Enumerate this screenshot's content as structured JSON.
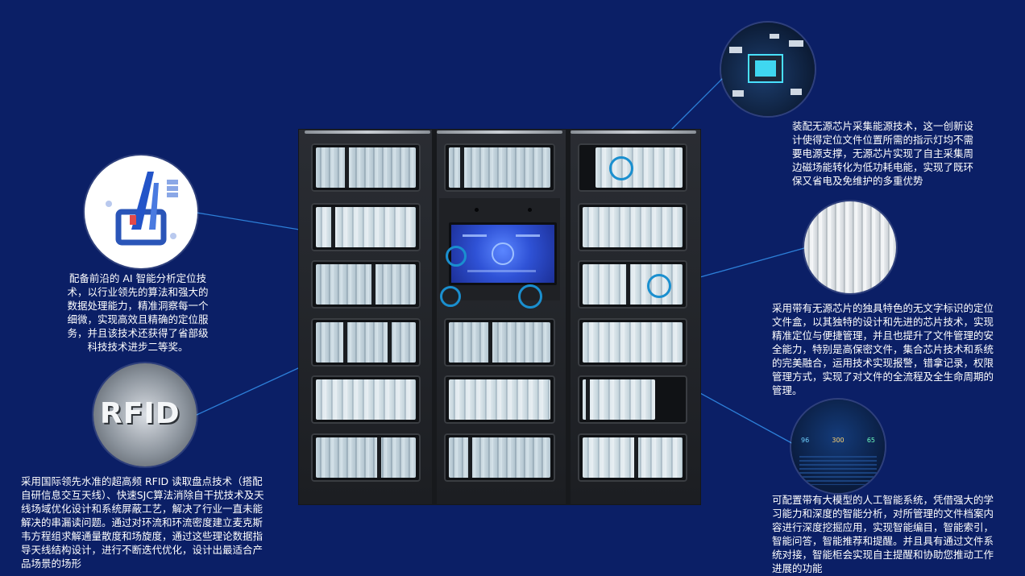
{
  "colors": {
    "background": "#0b1f66",
    "marker": "#1a8fcf",
    "connector": "#2d7fd8",
    "text": "#ffffff"
  },
  "cabinet": {
    "screen_icon": "fingerprint-icon"
  },
  "images": {
    "ai_icon": "ai-platform-illustration",
    "rfid_label": "RFID",
    "chip_icon": "chip-illustration",
    "box_icon": "file-box-illustration",
    "dashboard_icon": "dashboard-illustration"
  },
  "texts": {
    "ai": "配备前沿的 AI 智能分析定位技术，以行业领先的算法和强大的数据处理能力，精准洞察每一个细微，实现高效且精确的定位服务，并且该技术还获得了省部级科技技术进步二等奖。",
    "rfid": "采用国际领先水准的超高频 RFID 读取盘点技术（搭配自研信息交互天线）、快速SJC算法消除自干扰技术及天线场域优化设计和系统屏蔽工艺，解决了行业一直未能解决的串漏读问题。通过对环流和环流密度建立麦克斯韦方程组求解通量散度和场旋度，通过这些理论数据指导天线结构设计，进行不断迭代优化，设计出最适合产品场景的场形",
    "chip": "装配无源芯片采集能源技术，这一创新设计使得定位文件位置所需的指示灯均不需要电源支撑，无源芯片实现了自主采集周边磁场能转化为低功耗电能，实现了既环保又省电及免维护的多重优势",
    "box": "采用带有无源芯片的独具特色的无文字标识的定位文件盒，以其独特的设计和先进的芯片技术，实现精准定位与便捷管理，并且也提升了文件管理的安全能力，特别是高保密文件，集合芯片技术和系统的完美融合，运用技术实现报警，错拿记录，权限管理方式，实现了对文件的全流程及全生命周期的管理。",
    "llm": "可配置带有大模型的人工智能系统，凭借强大的学习能力和深度的智能分析，对所管理的文件档案内容进行深度挖掘应用，实现智能编目，智能索引，智能问答，智能推荐和提醒。并且具有通过文件系统对接，智能柜会实现自主提醒和协助您推动工作进展的功能"
  },
  "dashboard": {
    "stat_values": [
      "96",
      "300",
      "65"
    ]
  }
}
